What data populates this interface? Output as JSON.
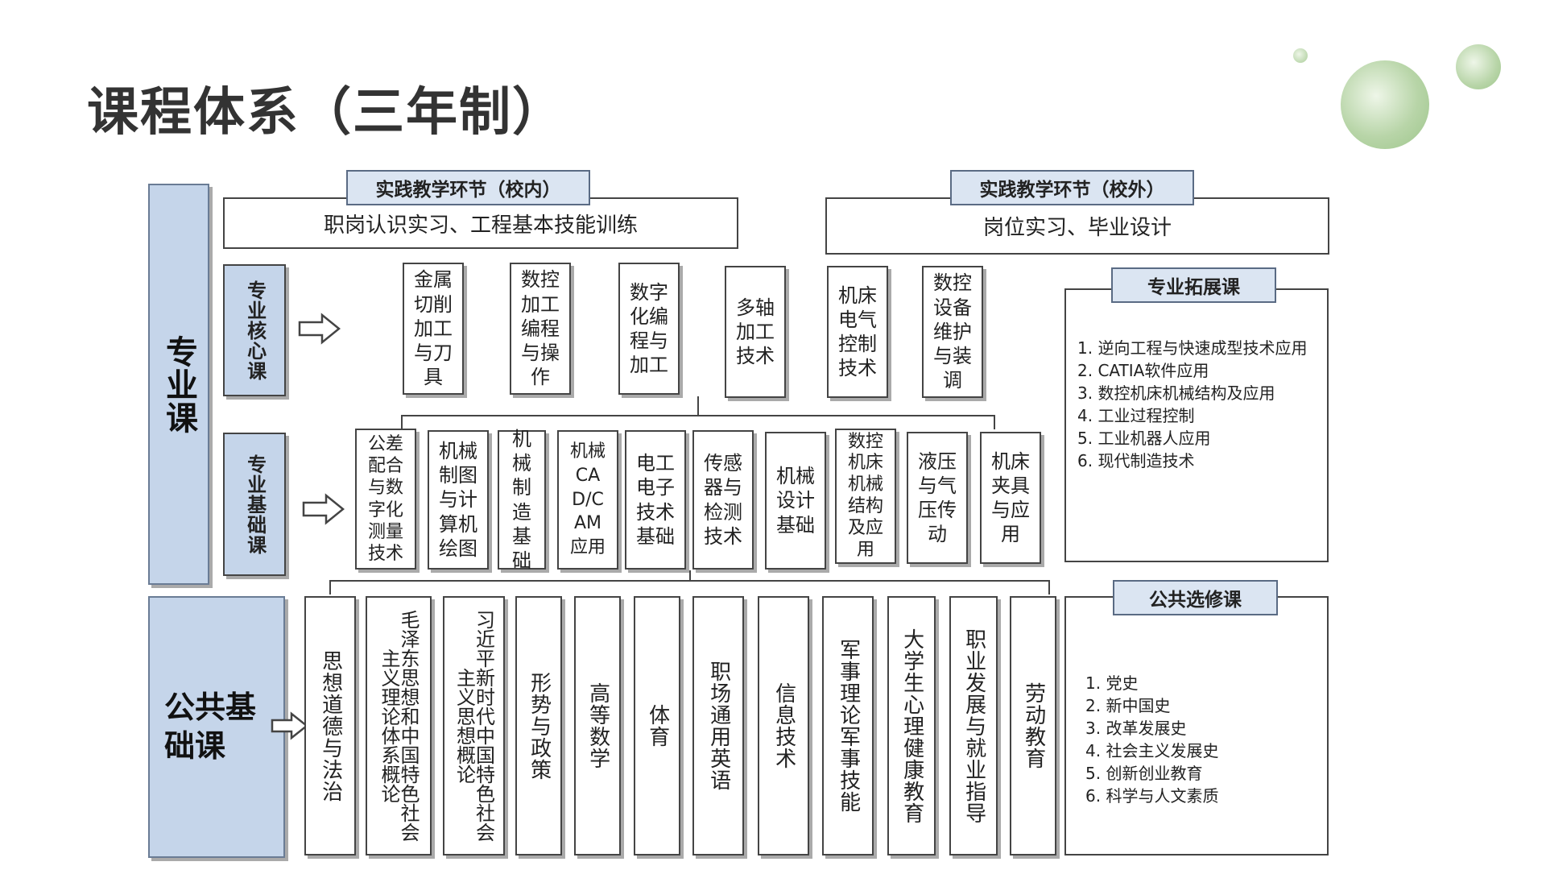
{
  "title": "课程体系（三年制）",
  "colors": {
    "sideBlue": "#c5d5ea",
    "tabBlue": "#dbe5f2",
    "decorGreen": "#b8d5a8"
  },
  "practice": {
    "internal": {
      "tab": "实践教学环节（校内）",
      "text": "职岗认识实习、工程基本技能训练"
    },
    "external": {
      "tab": "实践教学环节（校外）",
      "text": "岗位实习、毕业设计"
    }
  },
  "side": {
    "professional": "专业课",
    "public": "公共基础课"
  },
  "core": {
    "label": "专业核心课",
    "courses": [
      "金属切削加工与刀具",
      "数控加工编程与操作",
      "数字化编程与加工",
      "多轴加工技术",
      "机床电气控制技术",
      "数控设备维护与装调"
    ]
  },
  "foundation": {
    "label": "专业基础课",
    "courses": [
      "公差配合与数字化测量技术",
      "机械制图与计算机绘图",
      "机械制造基础",
      "机械CAD/CAM应用",
      "电工电子技术基础",
      "传感器与检测技术",
      "机械设计基础",
      "数控机床机械结构及应用",
      "液压与气压传动",
      "机床夹具与应用"
    ]
  },
  "public_courses": [
    "思想道德与法治",
    "毛泽东思想和中国特色社会主义理论体系概论",
    "习近平新时代中国特色社会主义思想概论",
    "形势与政策",
    "高等数学",
    "体育",
    "职场通用英语",
    "信息技术",
    "军事理论军事技能",
    "大学生心理健康教育",
    "职业发展与就业指导",
    "劳动教育"
  ],
  "extension": {
    "tab": "专业拓展课",
    "items": [
      "1. 逆向工程与快速成型技术应用",
      "2. CATIA软件应用",
      "3. 数控机床机械结构及应用",
      "4. 工业过程控制",
      "5. 工业机器人应用",
      "6. 现代制造技术"
    ]
  },
  "elective": {
    "tab": "公共选修课",
    "items": [
      "1. 党史",
      "2. 新中国史",
      "3. 改革发展史",
      "4. 社会主义发展史",
      "5. 创新创业教育",
      "6. 科学与人文素质"
    ]
  }
}
